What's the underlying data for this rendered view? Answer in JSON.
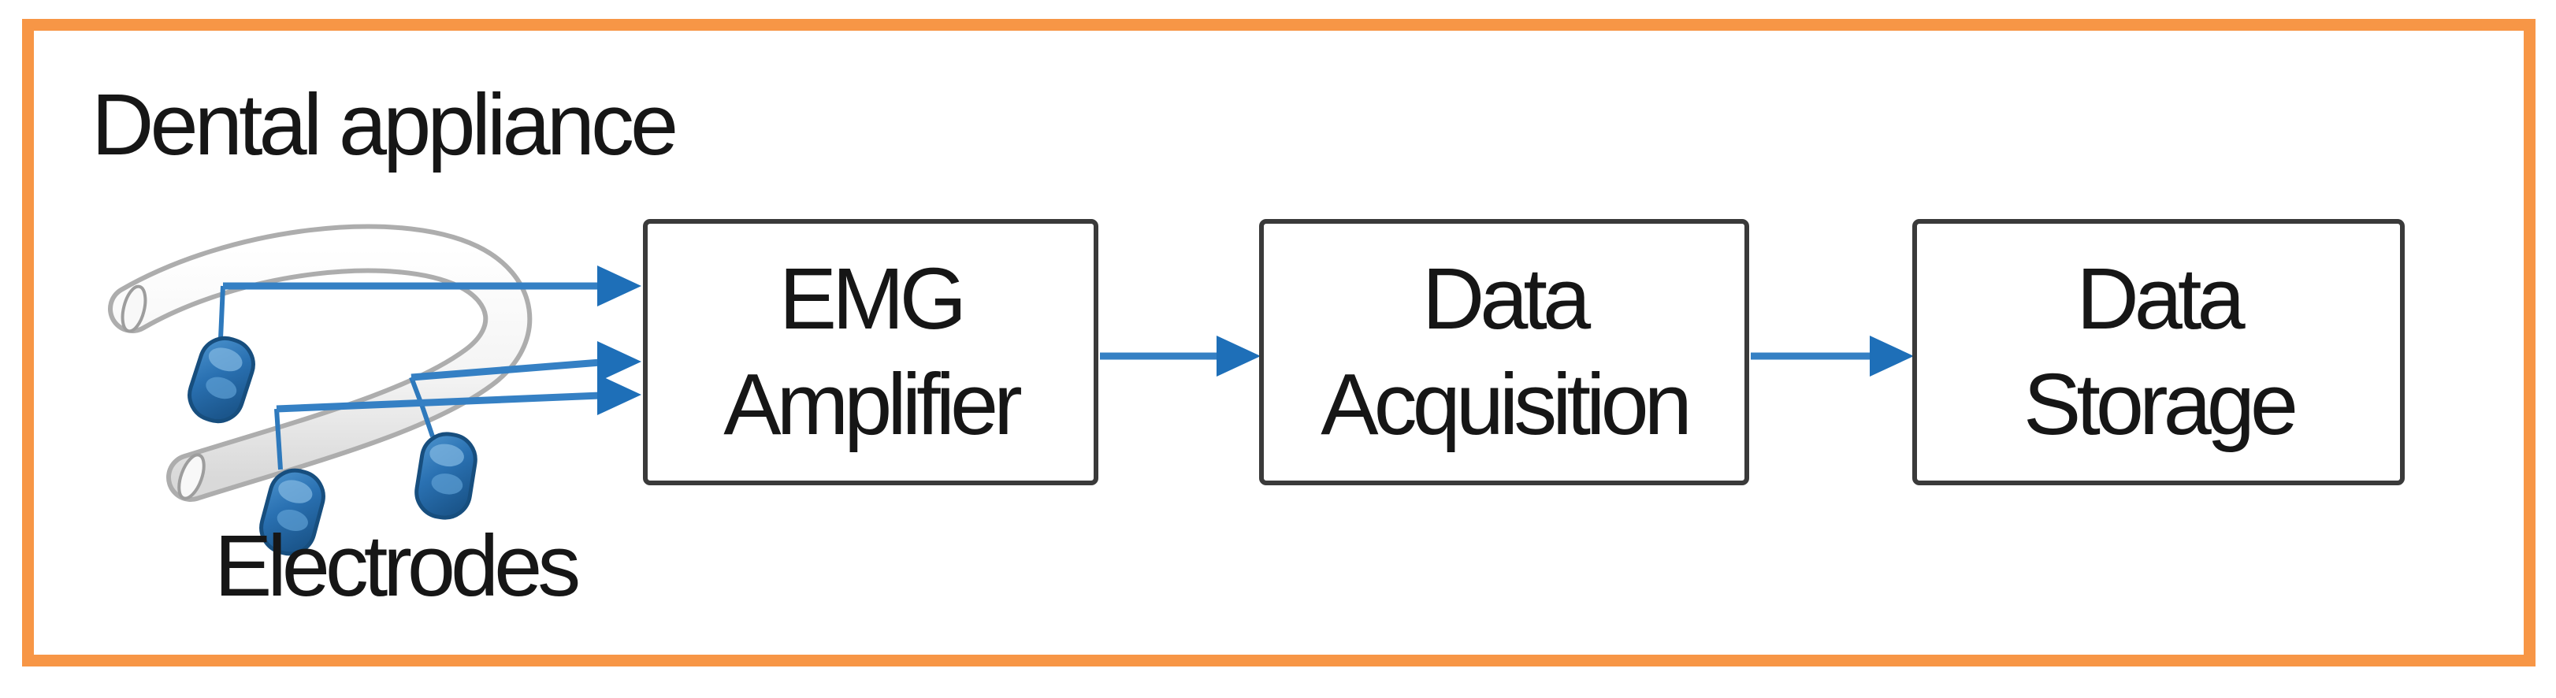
{
  "figure": {
    "type": "block-diagram",
    "title": "Dental appliance"
  },
  "labels": {
    "electrodes": "Electrodes"
  },
  "blocks": [
    {
      "id": "emg-amplifier",
      "lines": [
        "EMG",
        "Amplifier"
      ]
    },
    {
      "id": "data-acquisition",
      "lines": [
        "Data",
        "Acquisition"
      ]
    },
    {
      "id": "data-storage",
      "lines": [
        "Data",
        "Storage"
      ]
    }
  ],
  "connections": [
    {
      "from": "electrode-1",
      "to": "emg-amplifier",
      "style": "arrow"
    },
    {
      "from": "electrode-2",
      "to": "emg-amplifier",
      "style": "arrow"
    },
    {
      "from": "electrode-3",
      "to": "emg-amplifier",
      "style": "arrow"
    },
    {
      "from": "emg-amplifier",
      "to": "data-acquisition",
      "style": "arrow"
    },
    {
      "from": "data-acquisition",
      "to": "data-storage",
      "style": "arrow"
    }
  ],
  "colors": {
    "frame_border": "#F79646",
    "arrow_blue": "#3580C4",
    "arrowhead_blue": "#1E6FB8",
    "wire_blue": "#2E79BC",
    "box_border": "#3A3A3A",
    "text": "#161616",
    "electrode_fill": "#2A71B2",
    "electrode_outline": "#174E7E",
    "appliance_gray": "#ADADAD"
  }
}
